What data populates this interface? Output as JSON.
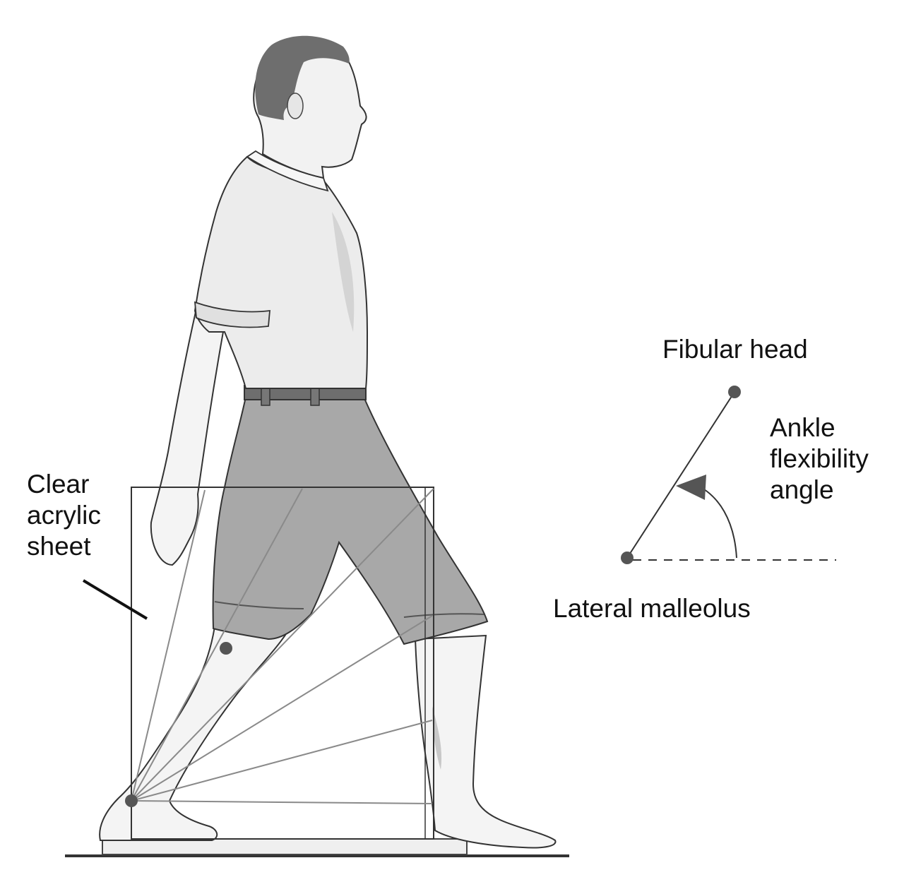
{
  "labels": {
    "acrylic_line1": "Clear",
    "acrylic_line2": "acrylic",
    "acrylic_line3": "sheet",
    "fibular_head": "Fibular head",
    "ankle_line1": "Ankle",
    "ankle_line2": "flexibility",
    "ankle_line3": "angle",
    "lateral_malleolus": "Lateral malleolus"
  },
  "colors": {
    "marker": "#555555",
    "shorts": "#a8a8a8",
    "hair": "#6e6e6e",
    "skin": "#f3f3f3",
    "shirt": "#ececec",
    "line": "#333333"
  }
}
